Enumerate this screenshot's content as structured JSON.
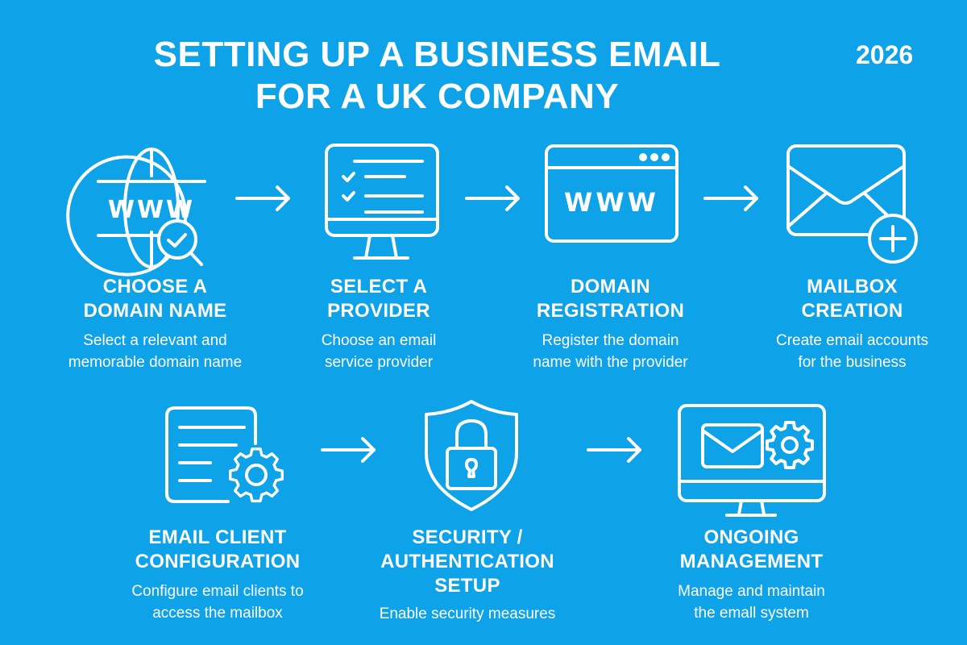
{
  "header": {
    "title_line1": "SETTING UP A BUSINESS EMAIL",
    "title_line2": "FOR A UK COMPANY",
    "year": "2026"
  },
  "colors": {
    "background": "#0ea2e8",
    "foreground": "#ffffff"
  },
  "steps": [
    {
      "icon": "globe-www-search-check-icon",
      "icon_text": "WWW",
      "title_line1": "CHOOSE A",
      "title_line2": "DOMAIN NAME",
      "desc_line1": "Select a relevant and",
      "desc_line2": "memorable domain name"
    },
    {
      "icon": "monitor-checklist-icon",
      "title_line1": "SELECT A",
      "title_line2": "PROVIDER",
      "desc_line1": "Choose an email",
      "desc_line2": "service provider"
    },
    {
      "icon": "browser-window-www-icon",
      "icon_text": "WWW",
      "title_line1": "DOMAIN",
      "title_line2": "REGISTRATION",
      "desc_line1": "Register the domain",
      "desc_line2": "name with the provider"
    },
    {
      "icon": "envelope-plus-icon",
      "title_line1": "MAILBOX",
      "title_line2": "CREATION",
      "desc_line1": "Create email accounts",
      "desc_line2": "for the business"
    },
    {
      "icon": "document-gear-icon",
      "title_line1": "EMAIL CLIENT",
      "title_line2": "CONFIGURATION",
      "desc_line1": "Configure email clients to",
      "desc_line2": "access the mailbox"
    },
    {
      "icon": "shield-lock-icon",
      "title_line1": "SECURITY /",
      "title_line2": "AUTHENTICATION",
      "title_line3": "SETUP",
      "desc_line1": "Enable security measures"
    },
    {
      "icon": "monitor-envelope-gear-icon",
      "title_line1": "ONGOING",
      "title_line2": "MANAGEMENT",
      "desc_line1": "Manage and maintain",
      "desc_line2": "the emall system"
    }
  ],
  "arrows": [
    {
      "from": 1,
      "to": 2
    },
    {
      "from": 2,
      "to": 3
    },
    {
      "from": 3,
      "to": 4
    },
    {
      "from": 5,
      "to": 6
    },
    {
      "from": 6,
      "to": 7
    }
  ]
}
